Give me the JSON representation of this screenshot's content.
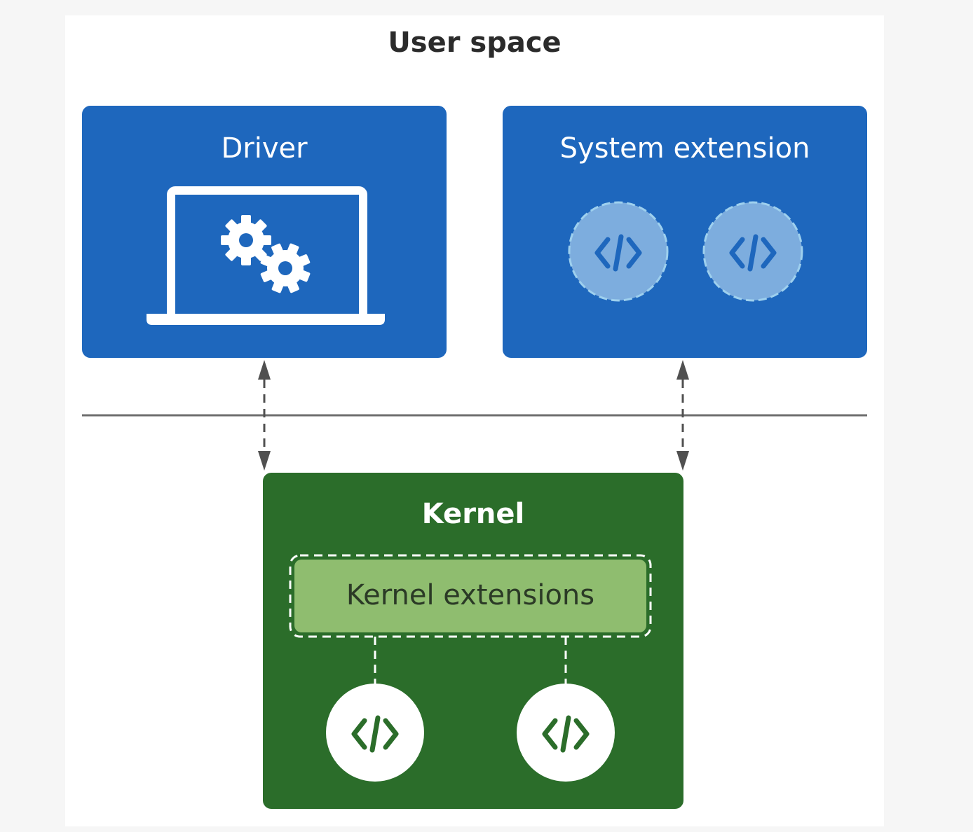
{
  "diagram": {
    "user_space_label": "User space",
    "driver": {
      "title": "Driver",
      "icon": "laptop-with-gears-icon"
    },
    "system_extension": {
      "title": "System extension",
      "icons": [
        "code-icon",
        "code-icon"
      ]
    },
    "kernel": {
      "title": "Kernel",
      "extensions_label": "Kernel extensions",
      "icons": [
        "code-icon",
        "code-icon"
      ]
    },
    "connectors": [
      {
        "from": "Driver",
        "to": "Kernel",
        "style": "dashed",
        "direction": "bidirectional"
      },
      {
        "from": "System extension",
        "to": "Kernel",
        "style": "dashed",
        "direction": "bidirectional"
      }
    ],
    "colors": {
      "user_box": "#1e67bd",
      "user_box_icon_bg": "#7dadde",
      "user_box_icon_border": "#9ed0ee",
      "kernel_box": "#2b6d2a",
      "kernel_ext_fill": "#8fbd6f",
      "arrow": "#505050",
      "divider": "#6e6e6e",
      "white": "#ffffff"
    }
  }
}
